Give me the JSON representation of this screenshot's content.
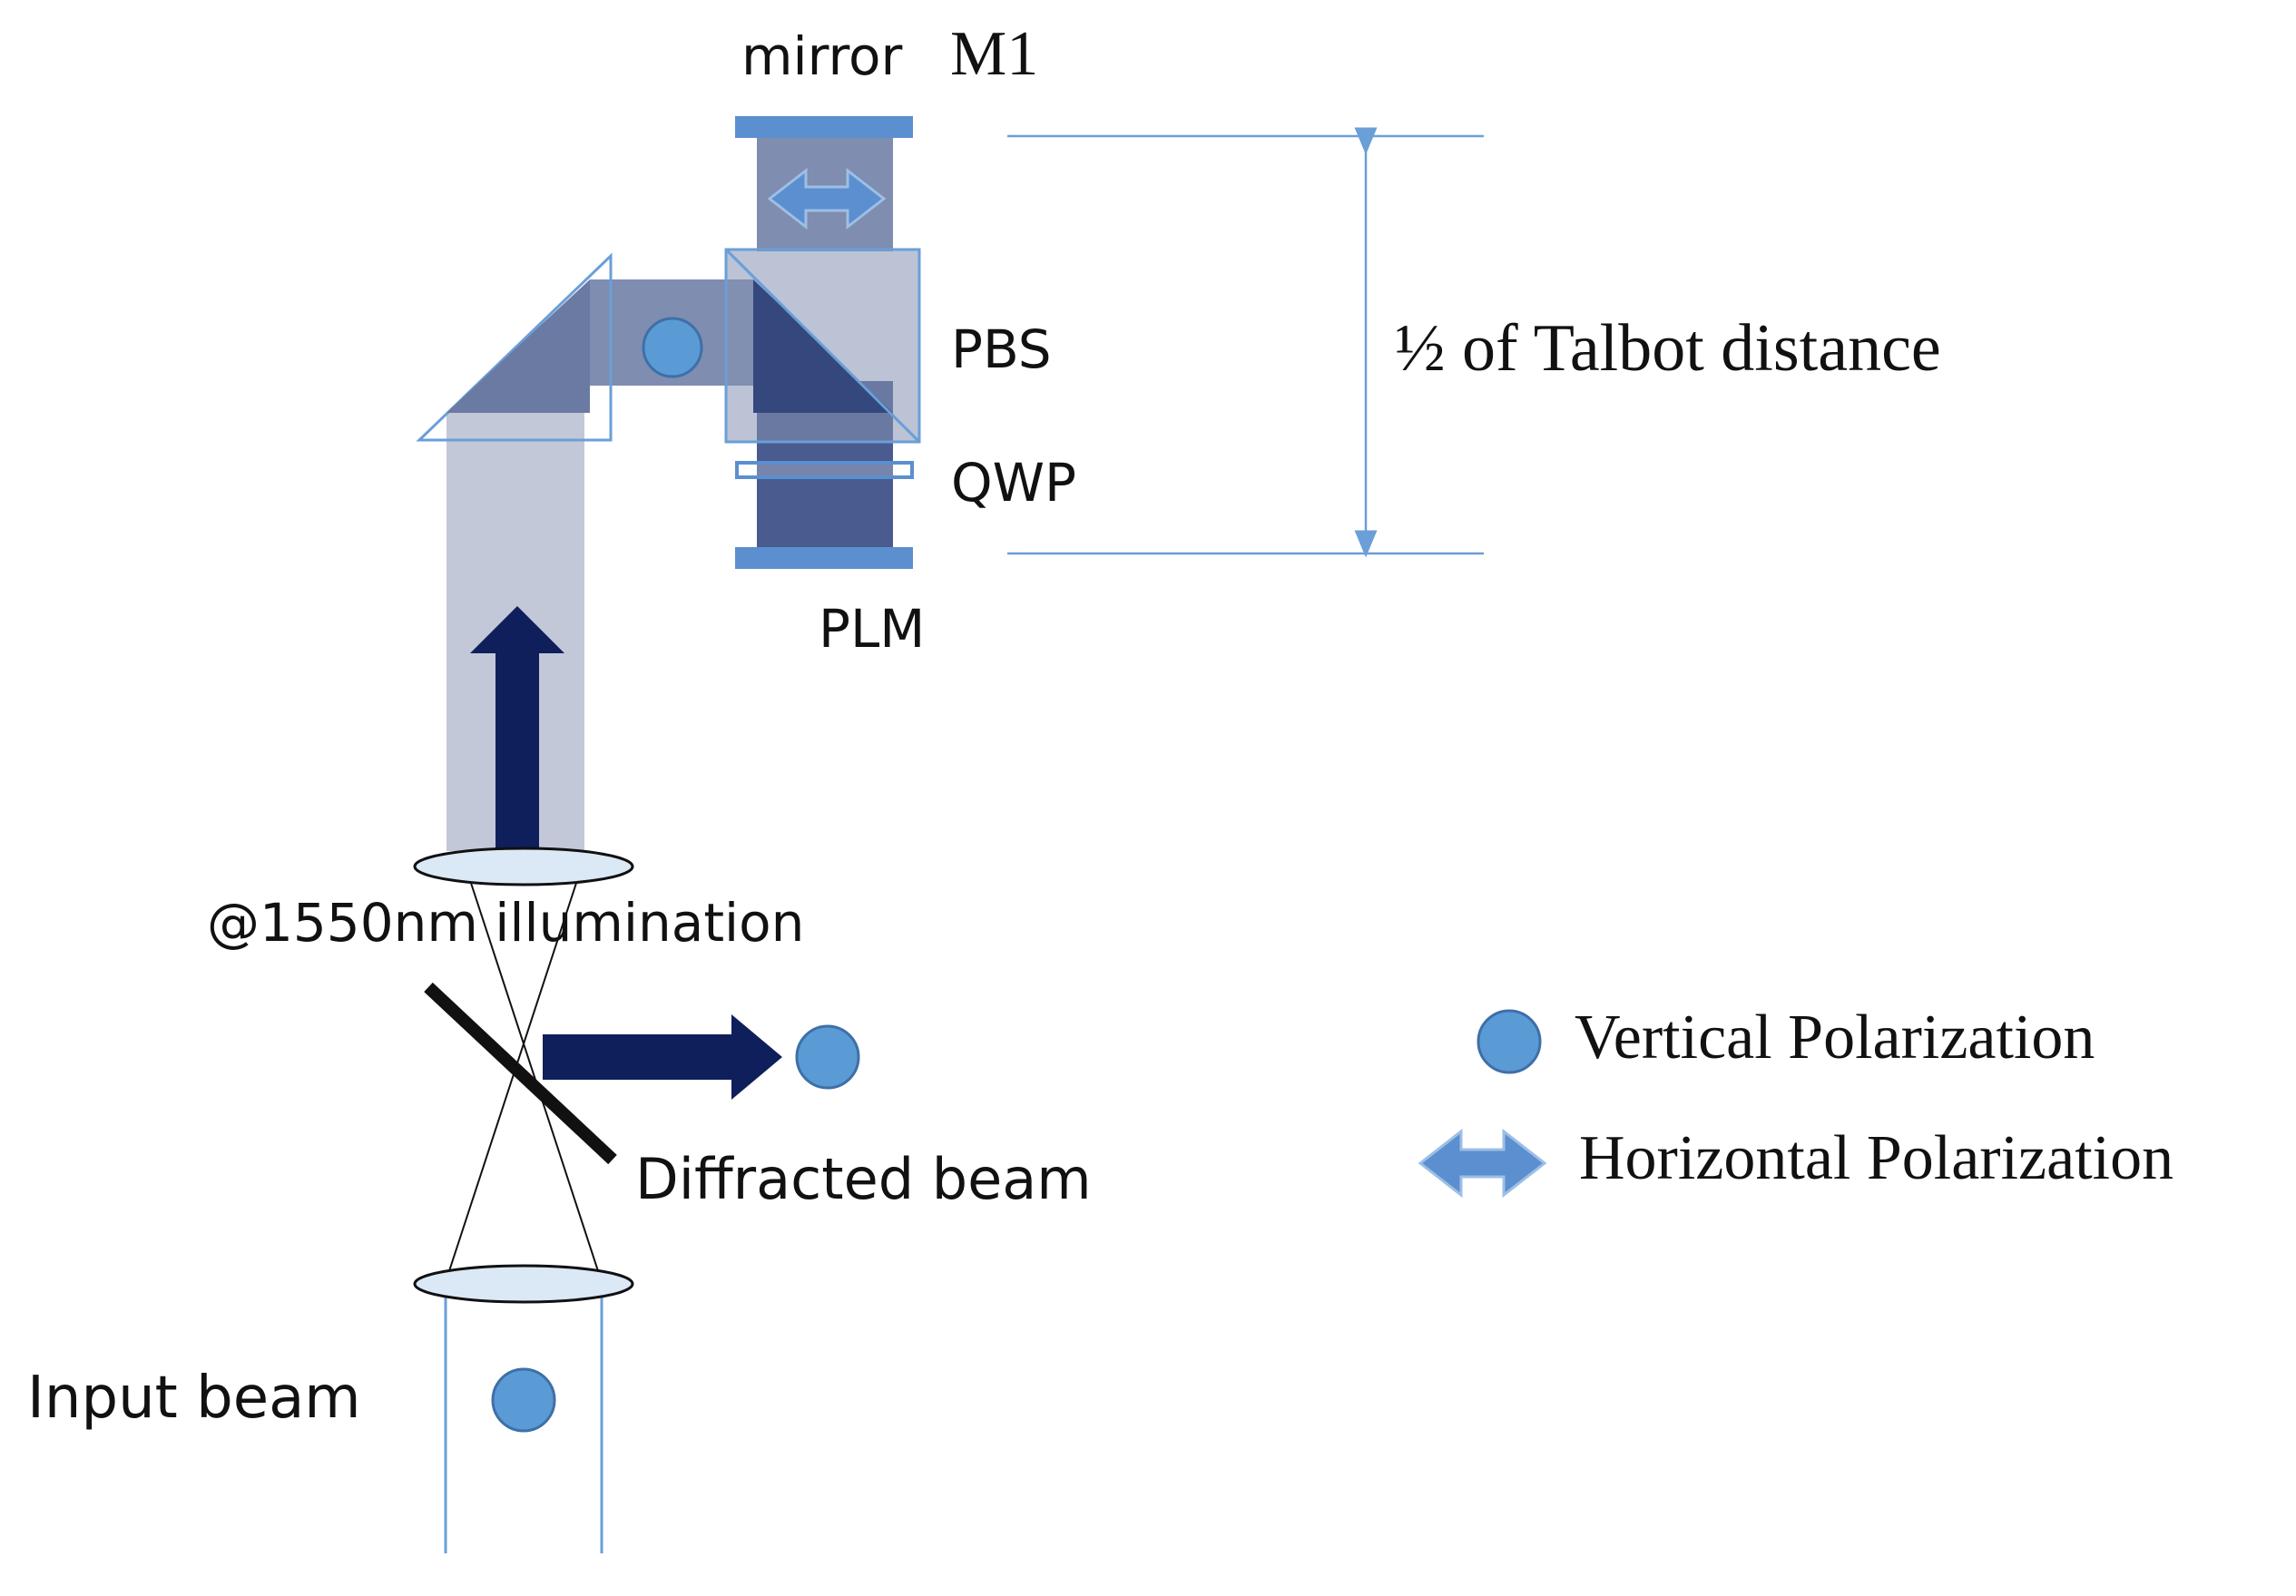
{
  "labels": {
    "mirror": "mirror",
    "m1": "M1",
    "pbs": "PBS",
    "qwp": "QWP",
    "plm": "PLM",
    "talbot": "½ of Talbot distance",
    "illumination": "@1550nm illumination",
    "diffracted": "Diffracted beam",
    "input": "Input beam"
  },
  "legend": {
    "vertical": "Vertical Polarization",
    "horizontal": "Horizontal Polarization"
  },
  "colors": {
    "beam_light": "#c2c8d8",
    "beam_mid": "#7e8db0",
    "beam_dark": "#3a4f86",
    "component_blue": "#5b8fcf",
    "arrow_navy": "#0e1f5b",
    "line_blue": "#6a9fd8"
  },
  "icons": {
    "vertical": "filled-circle",
    "horizontal": "double-headed-arrow"
  }
}
